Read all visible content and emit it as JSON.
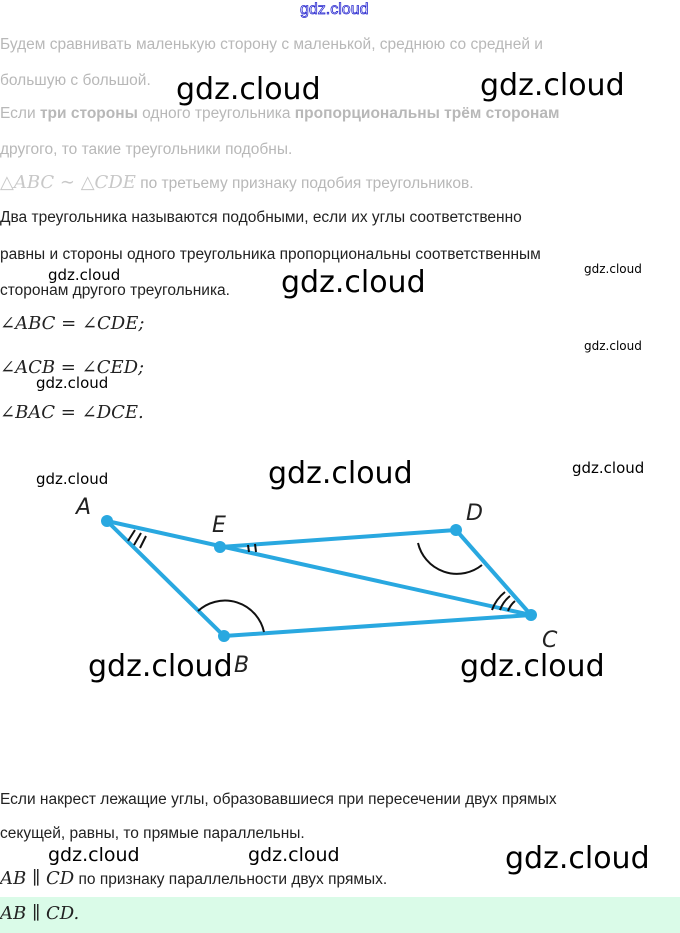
{
  "header_watermark": "gdz.cloud",
  "faded_text": {
    "line1": "Будем сравнивать маленькую сторону с маленькой, среднюю со средней и",
    "line2": "большую с большой.",
    "line3_a": "Если ",
    "line3_b": "три стороны",
    "line3_c": " одного треугольника ",
    "line3_d": "пропорциональны трём сторонам",
    "line4": "другого, то такие треугольники подобны.",
    "line5_math": "△ABC ∼ △CDE",
    "line5_text": " по третьему признаку подобия треугольников."
  },
  "definition": {
    "line1": "Два треугольника называются подобными, если их углы соответственно",
    "line2": "равны и стороны одного треугольника пропорциональны соответственным",
    "line3": "сторонам другого треугольника."
  },
  "equalities": [
    "∠ABC = ∠CDE;",
    "∠ACB = ∠CED;",
    "∠BAC = ∠DCE."
  ],
  "diagram": {
    "labels": {
      "A": "A",
      "B": "B",
      "C": "C",
      "D": "D",
      "E": "E"
    },
    "line_color": "#29a8e0"
  },
  "parallel": {
    "line1": "Если накрест лежащие углы, образовавшиеся при пересечении двух прямых",
    "line2": "секущей, равны, то прямые параллельны.",
    "line3_math": "AB ∥ CD",
    "line3_text": " по признаку параллельности двух прямых."
  },
  "answer": "AB ∥ CD.",
  "watermarks": [
    "gdz.cloud",
    "gdz.cloud",
    "gdz.cloud",
    "gdz.cloud",
    "gdz.cloud",
    "gdz.cloud",
    "gdz.cloud",
    "gdz.cloud",
    "gdz.cloud",
    "gdz.cloud",
    "gdz.cloud",
    "gdz.cloud",
    "gdz.cloud",
    "gdz.cloud",
    "gdz.cloud"
  ]
}
